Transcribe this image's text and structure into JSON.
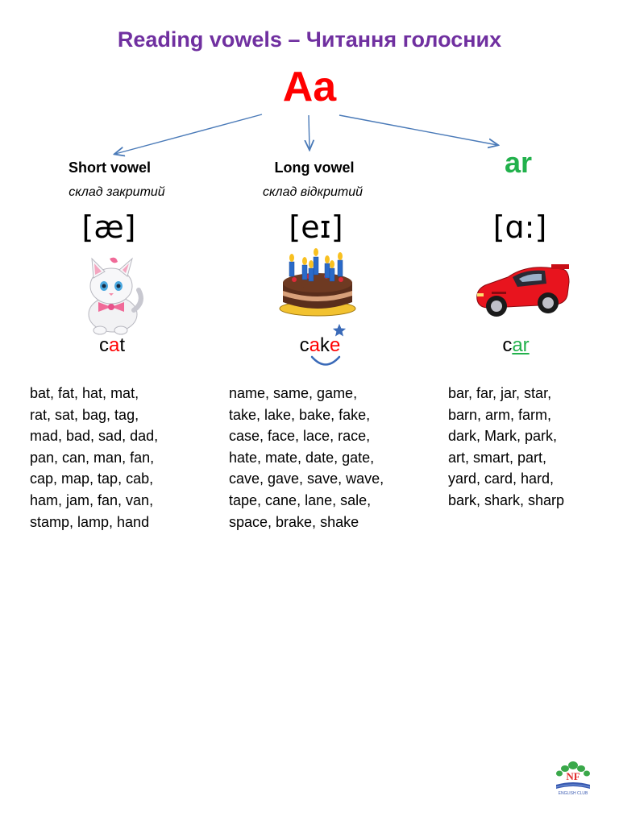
{
  "title": "Reading vowels – Читання голосних",
  "letter": "Aa",
  "columns": {
    "short": {
      "heading": "Short vowel",
      "subheading": "склад закритий",
      "ipa": "[æ]",
      "word_parts": [
        "c",
        "a",
        "t"
      ],
      "picture_icon": "cat-icon",
      "words": [
        "bat, fat, hat, mat,",
        "rat, sat, bag, tag,",
        "mad, bad, sad, dad,",
        "pan, can, man, fan,",
        "cap, map, tap, cab,",
        "ham, jam, fan, van,",
        "stamp, lamp, hand"
      ]
    },
    "long": {
      "heading": "Long vowel",
      "subheading": "склад відкритий",
      "ipa": "[eɪ]",
      "word_parts": [
        "c",
        "a",
        "k",
        "e"
      ],
      "picture_icon": "cake-icon",
      "words": [
        "name, same, game,",
        "take, lake, bake, fake,",
        "case, face, lace, race,",
        "hate, mate, date, gate,",
        "cave, gave, save, wave,",
        "tape, cane, lane, sale,",
        "space, brake, shake"
      ]
    },
    "ar": {
      "heading": "ar",
      "ipa": "[ɑ:]",
      "word_parts": [
        "c",
        "ar"
      ],
      "picture_icon": "car-icon",
      "words": [
        "bar, far, jar, star,",
        "barn, arm, farm,",
        "dark, Mark, park,",
        "art, smart, part,",
        "yard, card, hard,",
        "bark, shark, sharp"
      ]
    }
  },
  "logo": {
    "text": "NF",
    "caption": "ENGLISH CLUB",
    "icon": "tree-book-logo-icon"
  },
  "colors": {
    "title": "#7030a0",
    "letter": "#ff0000",
    "ar": "#22b14c",
    "arrow": "#4a7ab8",
    "star": "#3a6ab8"
  }
}
